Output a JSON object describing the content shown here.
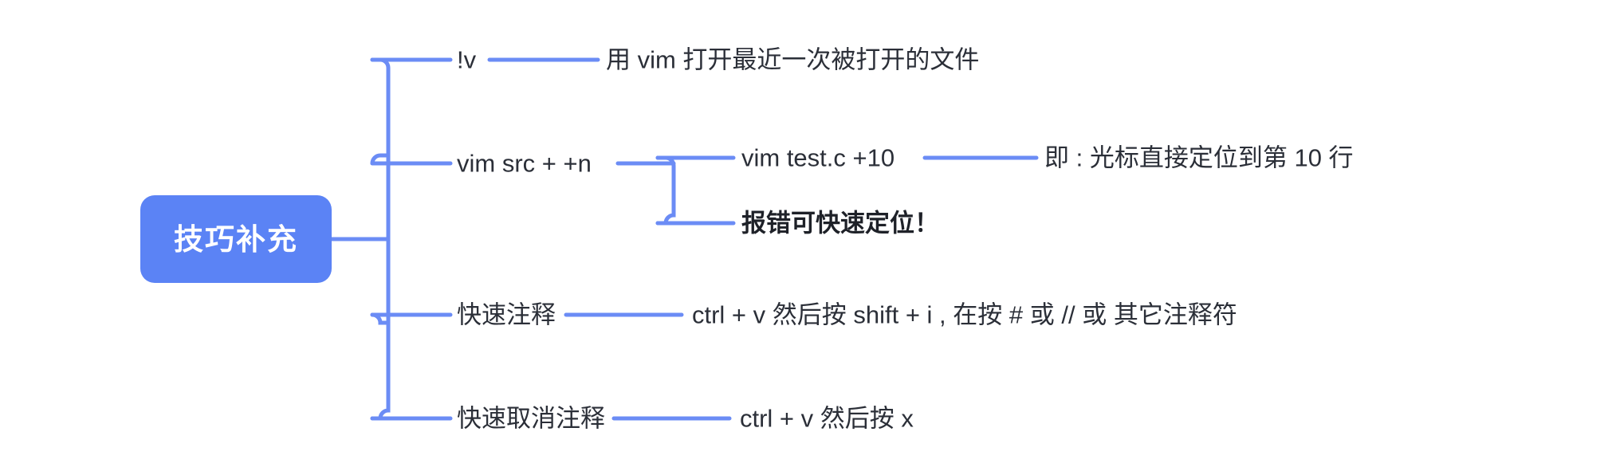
{
  "diagram": {
    "type": "mindmap",
    "title": "技巧补充",
    "orientation": "left-to-right",
    "colors": {
      "root_fill": "#5b83f5",
      "root_text": "#ffffff",
      "connector": "#6b8cf5",
      "text": "#2b2f38",
      "background": "#ffffff"
    },
    "root": {
      "label": "技巧补充"
    },
    "branches": [
      {
        "label": "!v",
        "detail": "用 vim 打开最近一次被打开的文件"
      },
      {
        "label": "vim src +  +n",
        "children": [
          {
            "label": "vim test.c  +10",
            "detail": "即 : 光标直接定位到第 10 行",
            "bold": false
          },
          {
            "label": "报错可快速定位！",
            "detail": "",
            "bold": true
          }
        ]
      },
      {
        "label": "快速注释",
        "detail": "ctrl + v  然后按 shift + i , 在按 # 或 // 或 其它注释符"
      },
      {
        "label": "快速取消注释",
        "detail": "ctrl  + v 然后按 x"
      }
    ]
  }
}
